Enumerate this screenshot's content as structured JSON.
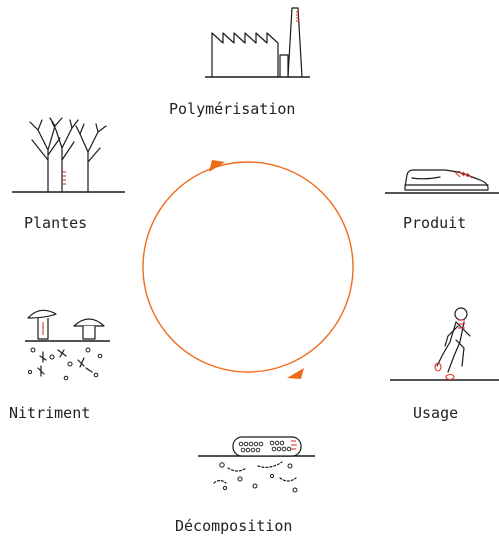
{
  "colors": {
    "cycle": "#f06a1c",
    "ink": "#1a1a1a",
    "accent": "#e0352b",
    "background": "#ffffff"
  },
  "stages": [
    {
      "id": "polymerisation",
      "label": "Polymérisation",
      "icon": "factory-icon"
    },
    {
      "id": "produit",
      "label": "Produit",
      "icon": "shoe-icon"
    },
    {
      "id": "usage",
      "label": "Usage",
      "icon": "runner-icon"
    },
    {
      "id": "decomposition",
      "label": "Décomposition",
      "icon": "decomposing-log-icon"
    },
    {
      "id": "nitriment",
      "label": "Nitriment",
      "icon": "mushroom-icon"
    },
    {
      "id": "plantes",
      "label": "Plantes",
      "icon": "trees-icon"
    }
  ]
}
